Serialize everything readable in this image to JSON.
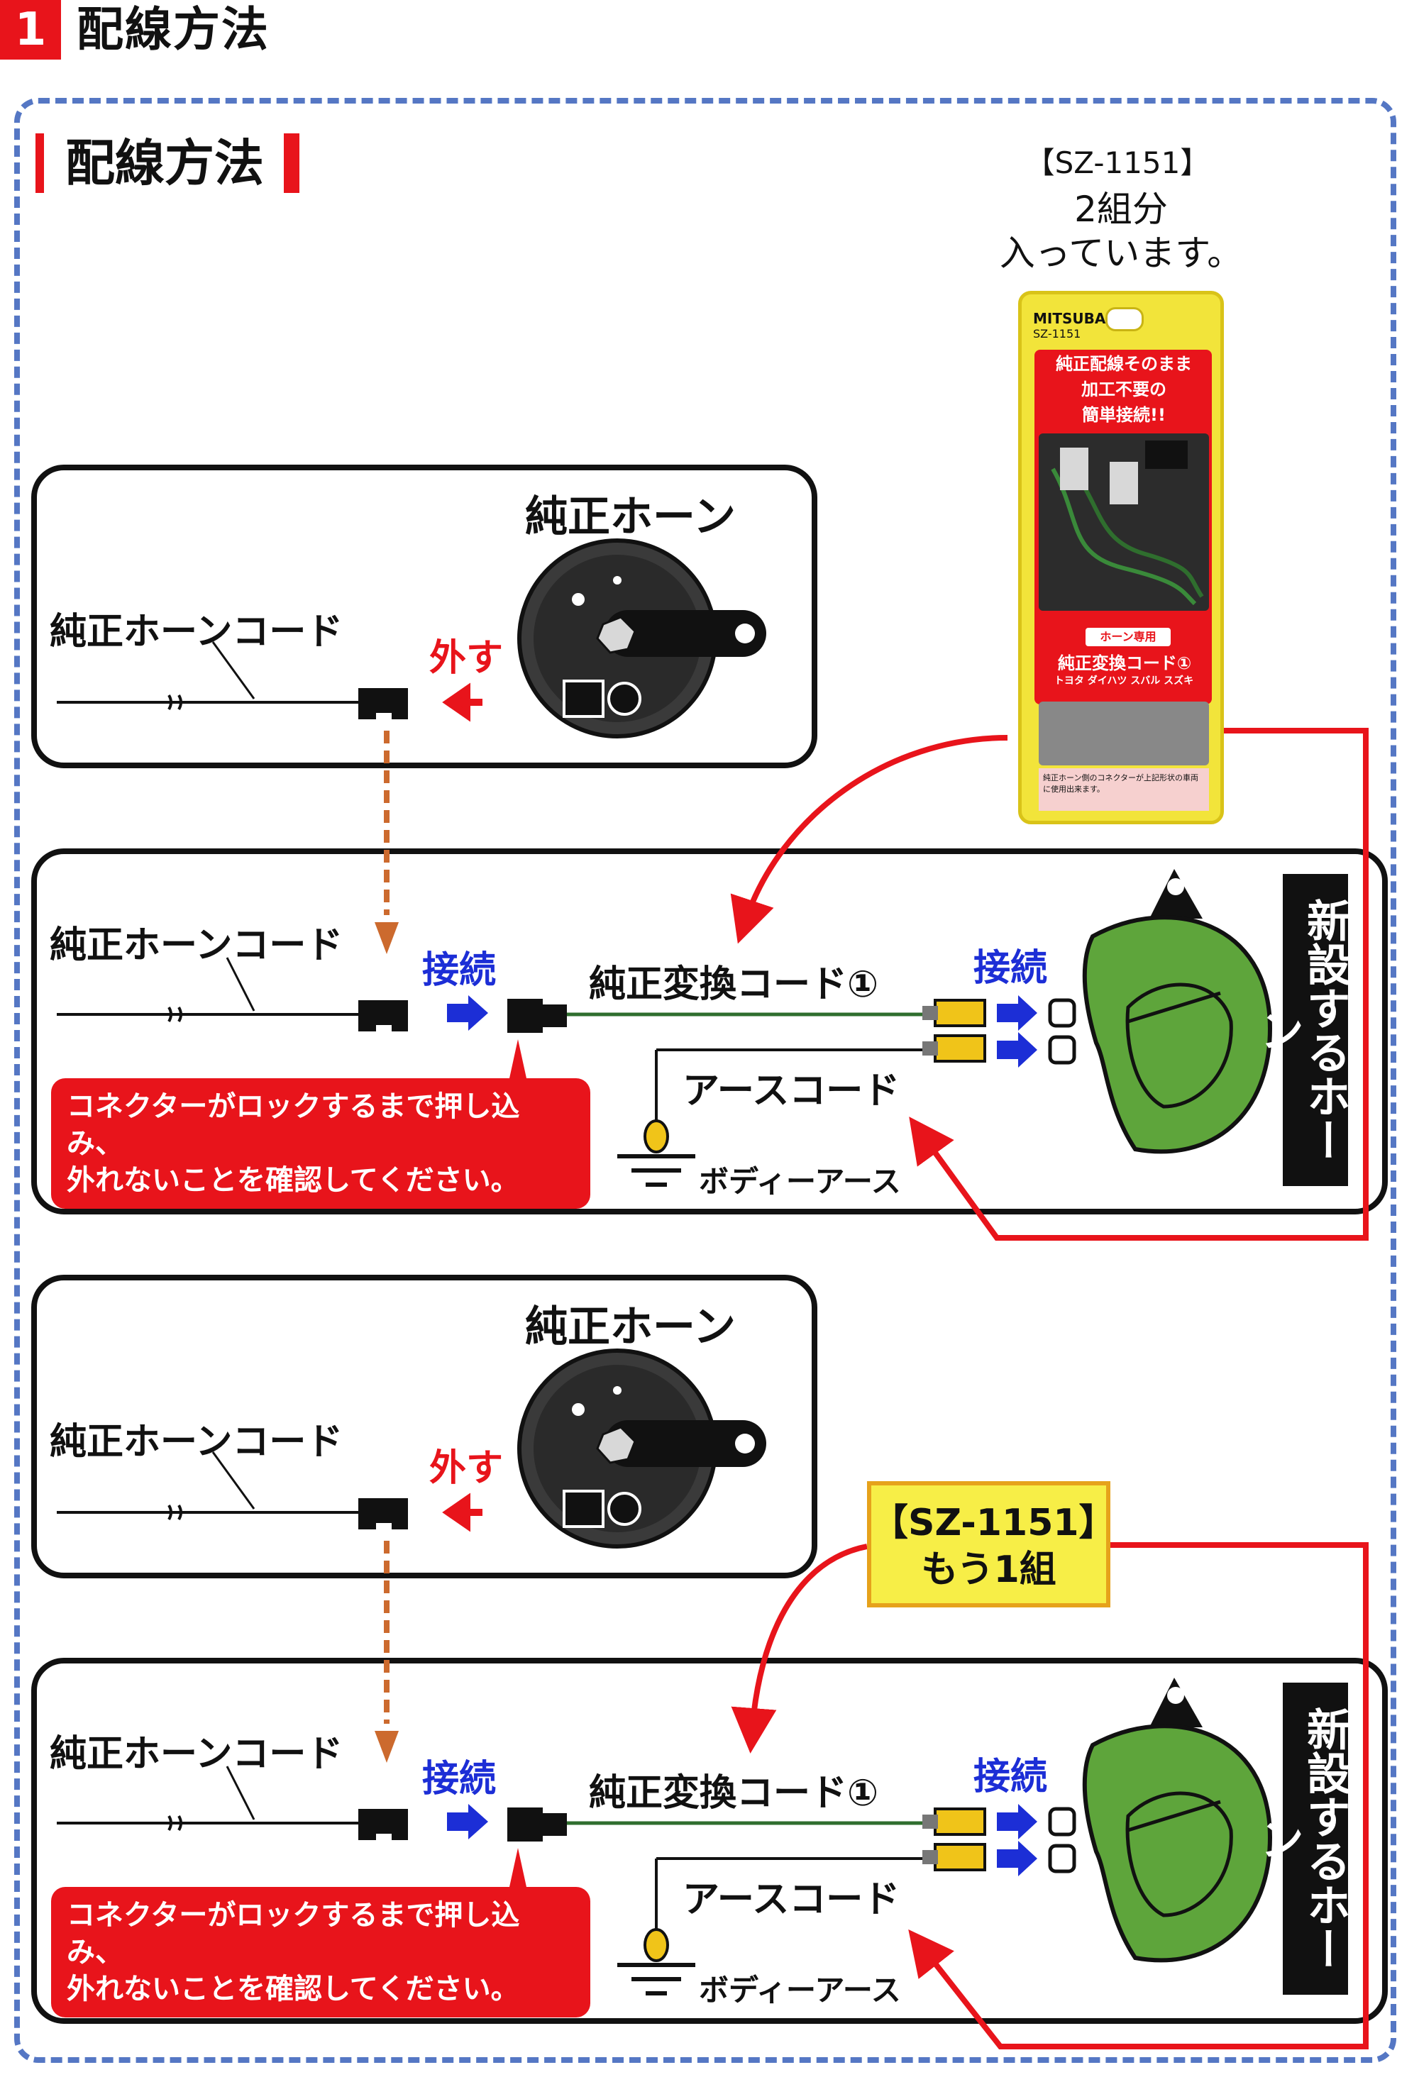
{
  "header": {
    "number": "1",
    "title": "配線方法"
  },
  "section_title": "配線方法",
  "product": {
    "code": "【SZ-1151】",
    "note_line1": "2組分",
    "note_line2": "入っています。",
    "package": {
      "brand": "MITSUBA",
      "model": "SZ-1151",
      "tag1": "純正配線そのまま",
      "tag2": "加工不要の",
      "tag3": "簡単接続!!",
      "band": "ホーン専用",
      "product_name": "純正変換コード①",
      "makers": "トヨタ ダイハツ スバル スズキ",
      "fine_print": "純正ホーン側のコネクターが上記形状の車両に使用出来ます。"
    }
  },
  "diagram_labels": {
    "stock_horn": "純正ホーン",
    "stock_horn_cord": "純正ホーンコード",
    "remove": "外す",
    "connect": "接続",
    "conversion_cord": "純正変換コード①",
    "earth_cord": "アースコード",
    "body_earth": "ボディーアース",
    "callout": [
      "コネクターがロックするまで押し込み、",
      "外れないことを確認してください。"
    ],
    "new_horn": "新設するホーン"
  },
  "second_set": {
    "line1": "【SZ-1151】",
    "line2": "もう1組"
  },
  "colors": {
    "accent_red": "#e8141b",
    "connect_blue": "#1c2ed6",
    "frame_blue": "#5577c4",
    "horn_green": "#5ea53b",
    "wire_green": "#2f6e2e",
    "dashed_arrow": "#cc6a2e"
  }
}
